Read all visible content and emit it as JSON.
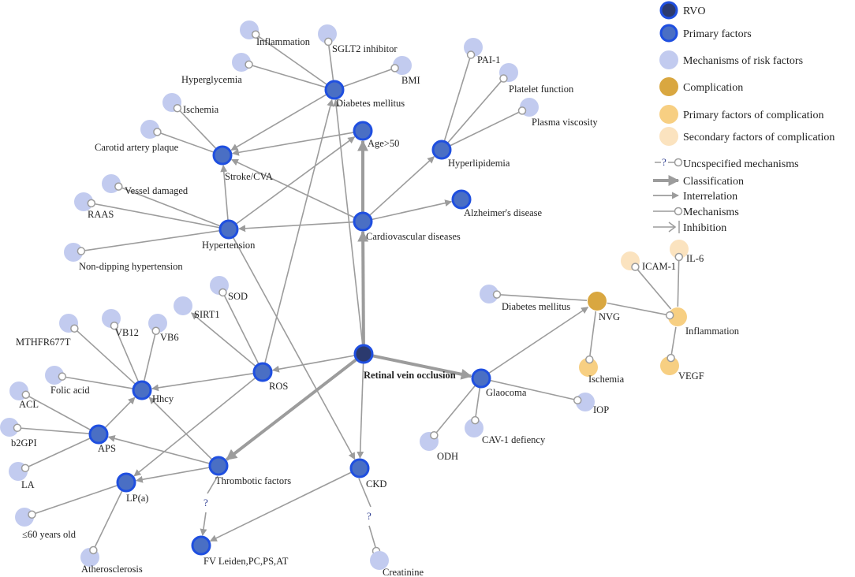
{
  "colors": {
    "rvo": "#2b3a6e",
    "primary": "#4a6fc4",
    "primary_stroke": "#1f4fe0",
    "mechanism": "#c2cbef",
    "complication": "#d9a740",
    "complication_primary": "#f7cf82",
    "complication_secondary": "#fbe3bf",
    "edge": "#9c9c9c"
  },
  "legend": {
    "rvo": "RVO",
    "primary": "Primary factors",
    "mechanism": "Mechanisms of risk factors",
    "complication": "Complication",
    "complication_primary": "Primary factors of complication",
    "complication_secondary": "Secondary factors of complication",
    "unspecified": "Uncspecified mechanisms",
    "unspecified_mark": "?",
    "classification": "Classification",
    "interrelation": "Interrelation",
    "mechanisms": "Mechanisms",
    "inhibition": "Inhibition"
  },
  "nodes": {
    "rvo": "Retinal vein occlusion",
    "dm": "Diabetes mellitus",
    "age": "Age>50",
    "hyperlipidemia": "Hyperlipidemia",
    "alzheimer": "Alzheimer's disease",
    "cvd": "Cardiovascular diseases",
    "stroke": "Stroke/CVA",
    "hypertension": "Hypertension",
    "ros": "ROS",
    "hhcy": "Hhcy",
    "aps": "APS",
    "lpa": "LP(a)",
    "thrombotic": "Thrombotic factors",
    "fvleiden": "FV Leiden,PC,PS,AT",
    "ckd": "CKD",
    "glaucoma": "Glaocoma",
    "nvg": "NVG",
    "inflammation_dm": "Inflammation",
    "sglt2": "SGLT2 inhibitor",
    "hyperglycemia": "Hyperglycemia",
    "bmi": "BMI",
    "ischemia_stroke": "Ischemia",
    "carotid": "Carotid artery plaque",
    "vessel": "Vessel damaged",
    "raas": "RAAS",
    "nondipping": "Non-dipping hypertension",
    "pai1": "PAI-1",
    "platelet": "Platelet function",
    "plasma": "Plasma viscosity",
    "sod": "SOD",
    "sirt1": "SIRT1",
    "mthfr": "MTHFR677T",
    "vb12": "VB12",
    "vb6": "VB6",
    "folic": "Folic acid",
    "acl": "ACL",
    "b2gpi": "b2GPI",
    "la": "LA",
    "age60": "≤60 years old",
    "athero": "Atherosclerosis",
    "creatinine": "Creatinine",
    "dm2": "Diabetes mellitus",
    "iop": "IOP",
    "cav1": "CAV-1 defiency",
    "odh": "ODH",
    "icam1": "ICAM-1",
    "il6": "IL-6",
    "inflammation_nvg": "Inflammation",
    "ischemia_nvg": "Ischemia",
    "vegf": "VEGF"
  },
  "marks": {
    "unknown": "?"
  }
}
